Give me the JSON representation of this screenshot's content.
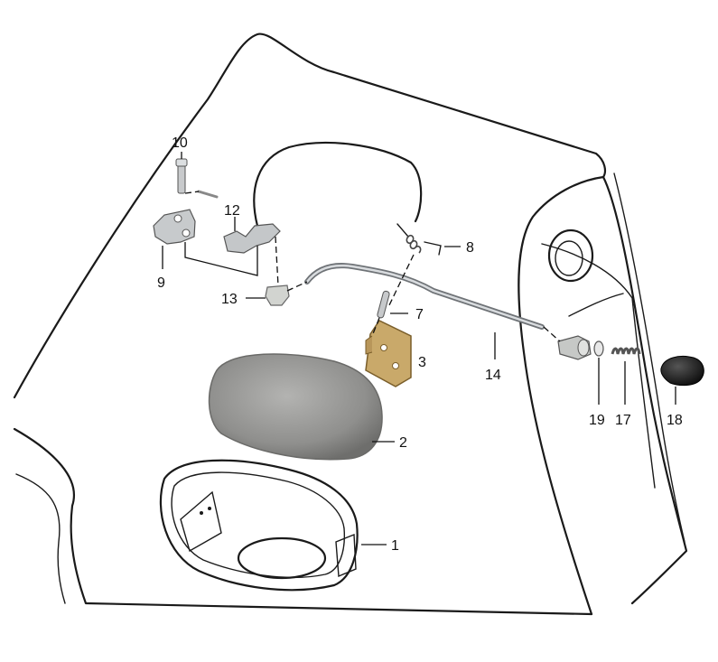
{
  "callouts": [
    {
      "key": "c1",
      "label": "1"
    },
    {
      "key": "c2",
      "label": "2"
    },
    {
      "key": "c3",
      "label": "3"
    },
    {
      "key": "c7",
      "label": "7"
    },
    {
      "key": "c8",
      "label": "8"
    },
    {
      "key": "c9",
      "label": "9"
    },
    {
      "key": "c10",
      "label": "10"
    },
    {
      "key": "c12",
      "label": "12"
    },
    {
      "key": "c13",
      "label": "13"
    },
    {
      "key": "c14",
      "label": "14"
    },
    {
      "key": "c17",
      "label": "17"
    },
    {
      "key": "c18",
      "label": "18"
    },
    {
      "key": "c19",
      "label": "19"
    }
  ],
  "colors": {
    "line": "#1a1a1a",
    "metal": "#b9bcbf",
    "brass": "#c9a96a",
    "foam": "#9b9b99",
    "knob": "#1c1c1c"
  }
}
